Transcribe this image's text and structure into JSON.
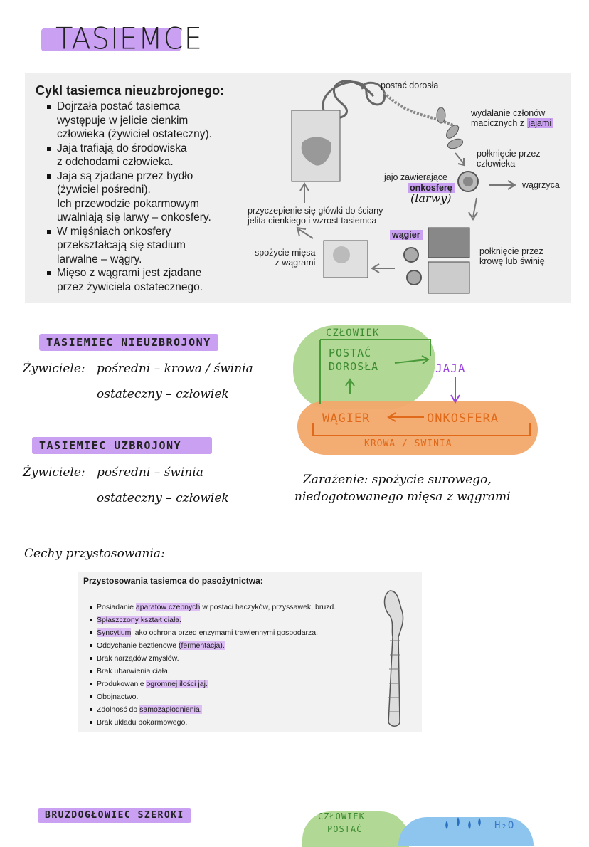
{
  "title": "TASIEMCE",
  "cycle_card": {
    "heading": "Cykl tasiemca nieuzbrojonego:",
    "bullets": [
      "Dojrzała postać tasiemca\nwystępuje w jelicie cienkim\nczłowieka (żywiciel ostateczny).",
      "Jaja trafiają do środowiska\nz odchodami człowieka.",
      "Jaja są zjadane przez bydło\n(żywiciel pośredni).\nIch przewodzie pokarmowym\nuwalniają się larwy – onkosfery.",
      "W mięśniach onkosfery\nprzekształcają się stadium\nlarwalne – wągry.",
      "Mięso z wągrami jest zjadane\nprzez żywiciela ostatecznego."
    ],
    "labels": {
      "adult": "postać dorosła",
      "excretion_a": "wydalanie członów\nmacicznych z",
      "excretion_b": "jajami",
      "swallow_human": "połknięcie przez\nczłowieka",
      "egg_a": "jajo zawierające",
      "egg_b": "onkosferę",
      "egg_note": "(larwy)",
      "cysticercus_out": "wągrzyca",
      "attach": "przyczepienie się główki do ściany\njelita cienkiego i wzrost tasiemca",
      "wagier": "wągier",
      "eat_meat": "spożycie mięsa\nz wągrami",
      "swallow_cow": "połknięcie przez\nkrowę lub świnię"
    }
  },
  "beef_tapeworm": {
    "header": "TASIEMIEC NIEUZBROJONY",
    "hosts_label": "Żywiciele:",
    "intermediate": "pośredni –  krowa / świnia",
    "definitive": "ostateczny  –  człowiek"
  },
  "pork_tapeworm": {
    "header": "TASIEMIEC UZBROJONY",
    "hosts_label": "Żywiciele:",
    "intermediate": "pośredni –  świnia",
    "definitive": "ostateczny  –  człowiek"
  },
  "diagram": {
    "human": "CZŁOWIEK",
    "adult": "POSTAĆ\nDOROSŁA",
    "eggs": "JAJA",
    "cyst": "WĄGIER",
    "onco": "ONKOSFERA",
    "host2": "KROWA / ŚWINIA",
    "colors": {
      "green": "#a8d58a",
      "orange": "#f2a86a",
      "purple": "#9b45e0",
      "orange_text": "#e06a1a"
    }
  },
  "infection": {
    "line1": "Zarażenie:  spożycie  surowego,",
    "line2": "niedogotowanego  mięsa  z  wągrami"
  },
  "adaptations": {
    "handwritten": "Cechy przystosowania:",
    "heading": "Przystosowania tasiemca do pasożytnictwa:",
    "items": [
      {
        "pre": "Posiadanie ",
        "hl": "aparatów czepnych",
        "post": " w postaci haczyków, przyssawek, bruzd."
      },
      {
        "pre": "",
        "hl": "Spłaszczony kształt ciała.",
        "post": ""
      },
      {
        "pre": "",
        "hl": "Syncytium",
        "post": " jako ochrona przed enzymami trawiennymi gospodarza."
      },
      {
        "pre": "Oddychanie beztlenowe ",
        "hl": "(fermentacja).",
        "post": ""
      },
      {
        "pre": "Brak narządów zmysłów.",
        "hl": "",
        "post": ""
      },
      {
        "pre": "Brak ubarwienia ciała.",
        "hl": "",
        "post": ""
      },
      {
        "pre": "Produkowanie ",
        "hl": "ogromnej ilości jaj.",
        "post": ""
      },
      {
        "pre": "Obojnactwo.",
        "hl": "",
        "post": ""
      },
      {
        "pre": "Zdolność do ",
        "hl": "samozapłodnienia.",
        "post": ""
      },
      {
        "pre": "Brak układu pokarmowego.",
        "hl": "",
        "post": ""
      }
    ]
  },
  "next_section": {
    "header": "BRUZDOGŁOWIEC SZEROKI",
    "human": "CZŁOWIEK",
    "adult_partial": "POSTAĆ",
    "water": "H₂O"
  }
}
